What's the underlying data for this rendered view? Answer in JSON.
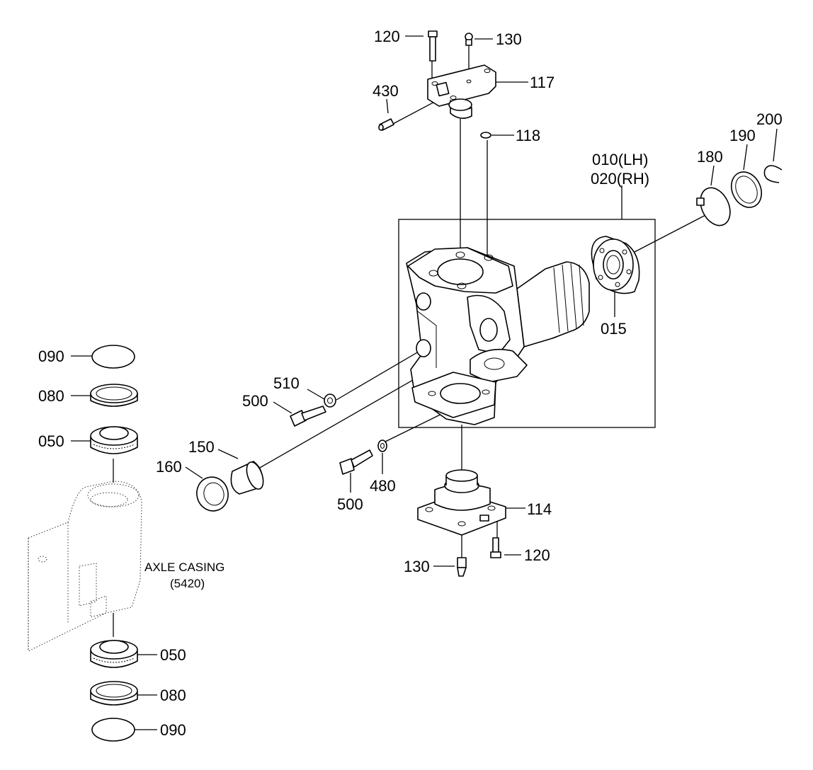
{
  "labels": {
    "p120_top": "120",
    "p130_top": "130",
    "p117": "117",
    "p430": "430",
    "p118": "118",
    "p010": "010(LH)",
    "p020": "020(RH)",
    "p180": "180",
    "p190": "190",
    "p200": "200",
    "p015": "015",
    "p510": "510",
    "p500_upper": "500",
    "p150": "150",
    "p160": "160",
    "p500_lower": "500",
    "p480": "480",
    "p114": "114",
    "p120_bottom": "120",
    "p130_bottom": "130",
    "p090_top": "090",
    "p080_top": "080",
    "p050_top": "050",
    "p050_bottom": "050",
    "p080_bottom": "080",
    "p090_bottom": "090",
    "axle_casing": "AXLE CASING",
    "axle_casing_ref": "(5420)"
  }
}
